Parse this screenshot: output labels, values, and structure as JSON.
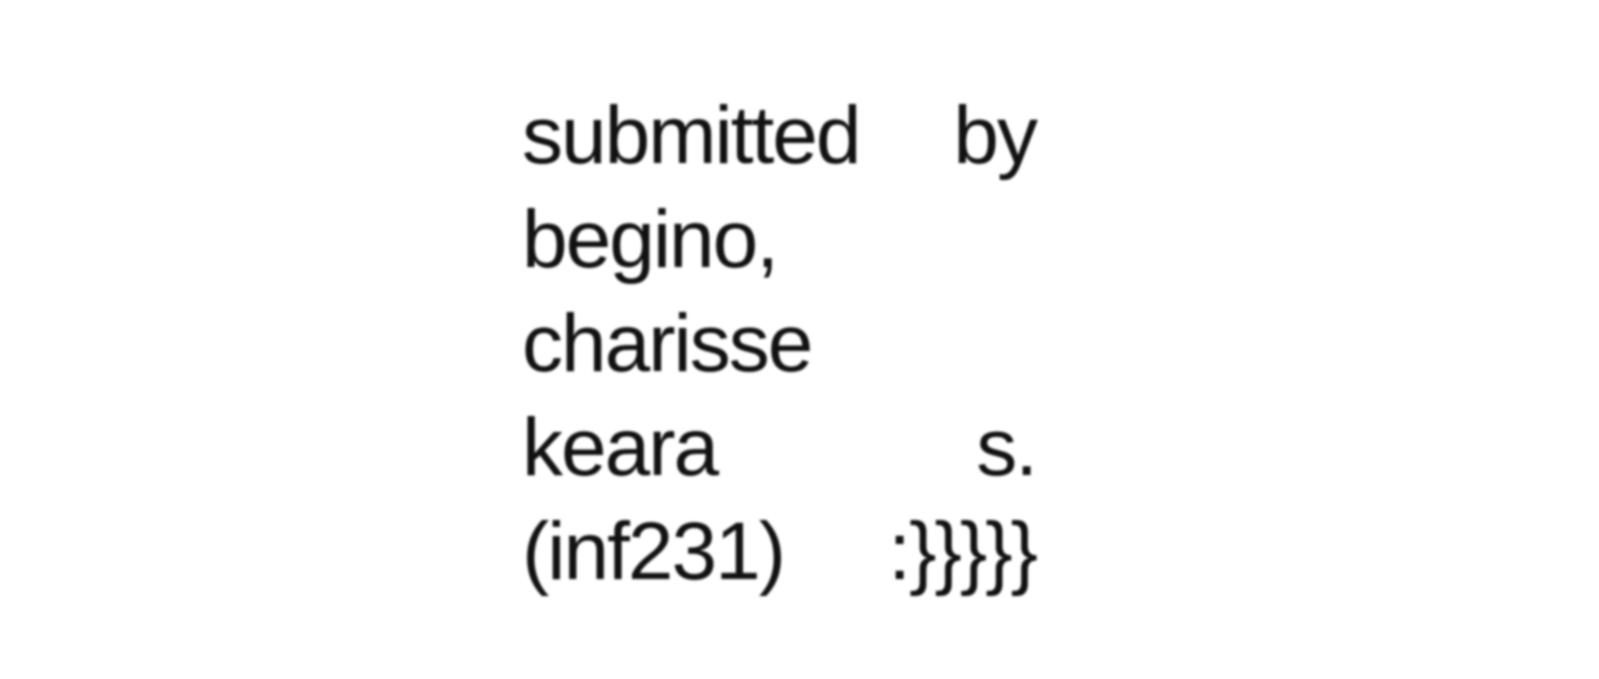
{
  "document": {
    "lines": [
      [
        "submitted",
        "by"
      ],
      [
        "begino,"
      ],
      [
        "charisse"
      ],
      [
        "keara",
        "s."
      ],
      [
        "(inf231)",
        ":}}}}}"
      ]
    ]
  }
}
